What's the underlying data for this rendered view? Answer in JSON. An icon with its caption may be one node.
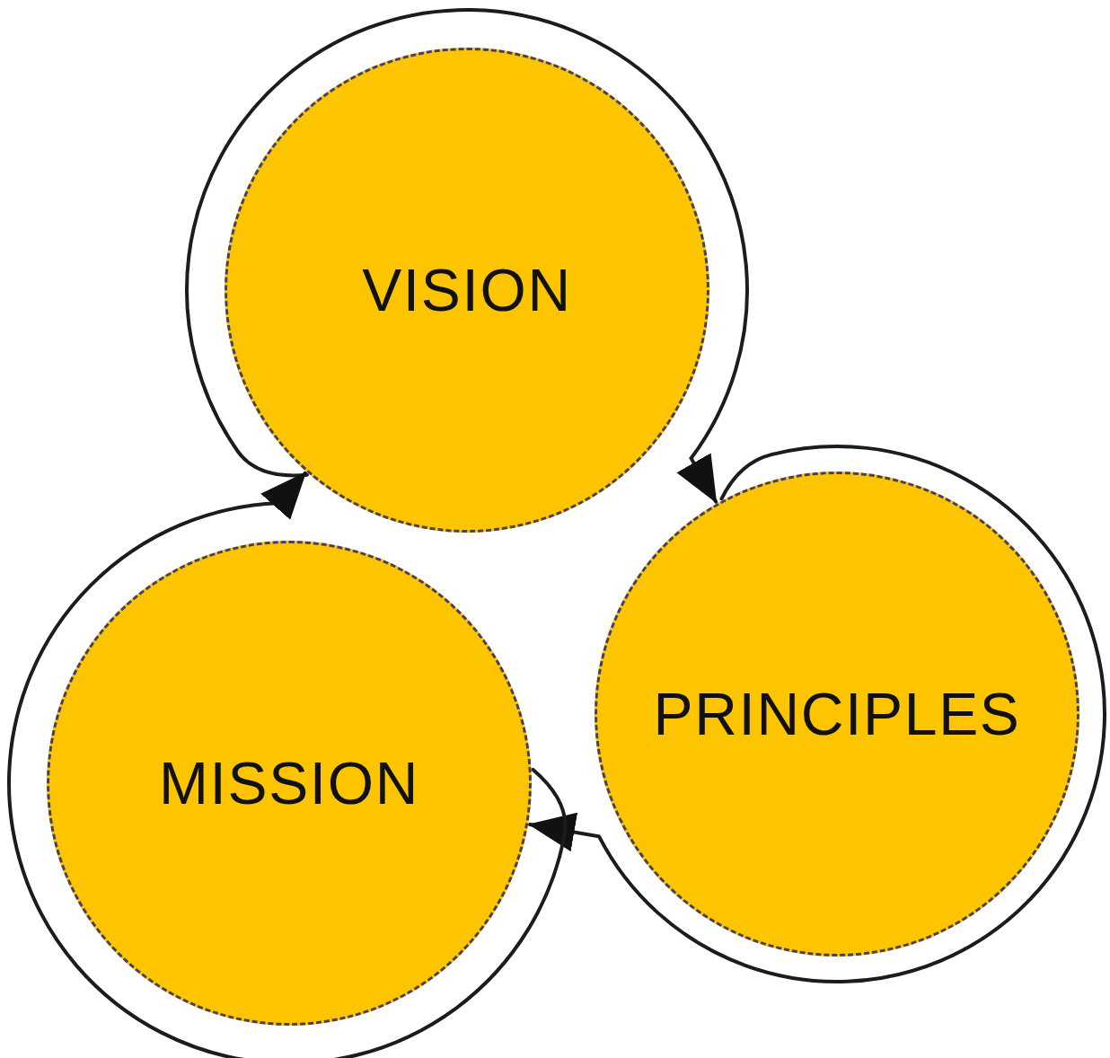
{
  "diagram": {
    "nodes": [
      {
        "text": [
          "VISION"
        ]
      },
      {
        "text": [
          "PRINCIPLES"
        ]
      },
      {
        "text": [
          "MISSION"
        ]
      }
    ],
    "edges": [
      {
        "from": 0,
        "to": 1,
        "arrow": "to"
      },
      {
        "from": 1,
        "to": 2,
        "arrow": "to"
      },
      {
        "from": 2,
        "to": 0,
        "arrow": "to"
      }
    ]
  }
}
